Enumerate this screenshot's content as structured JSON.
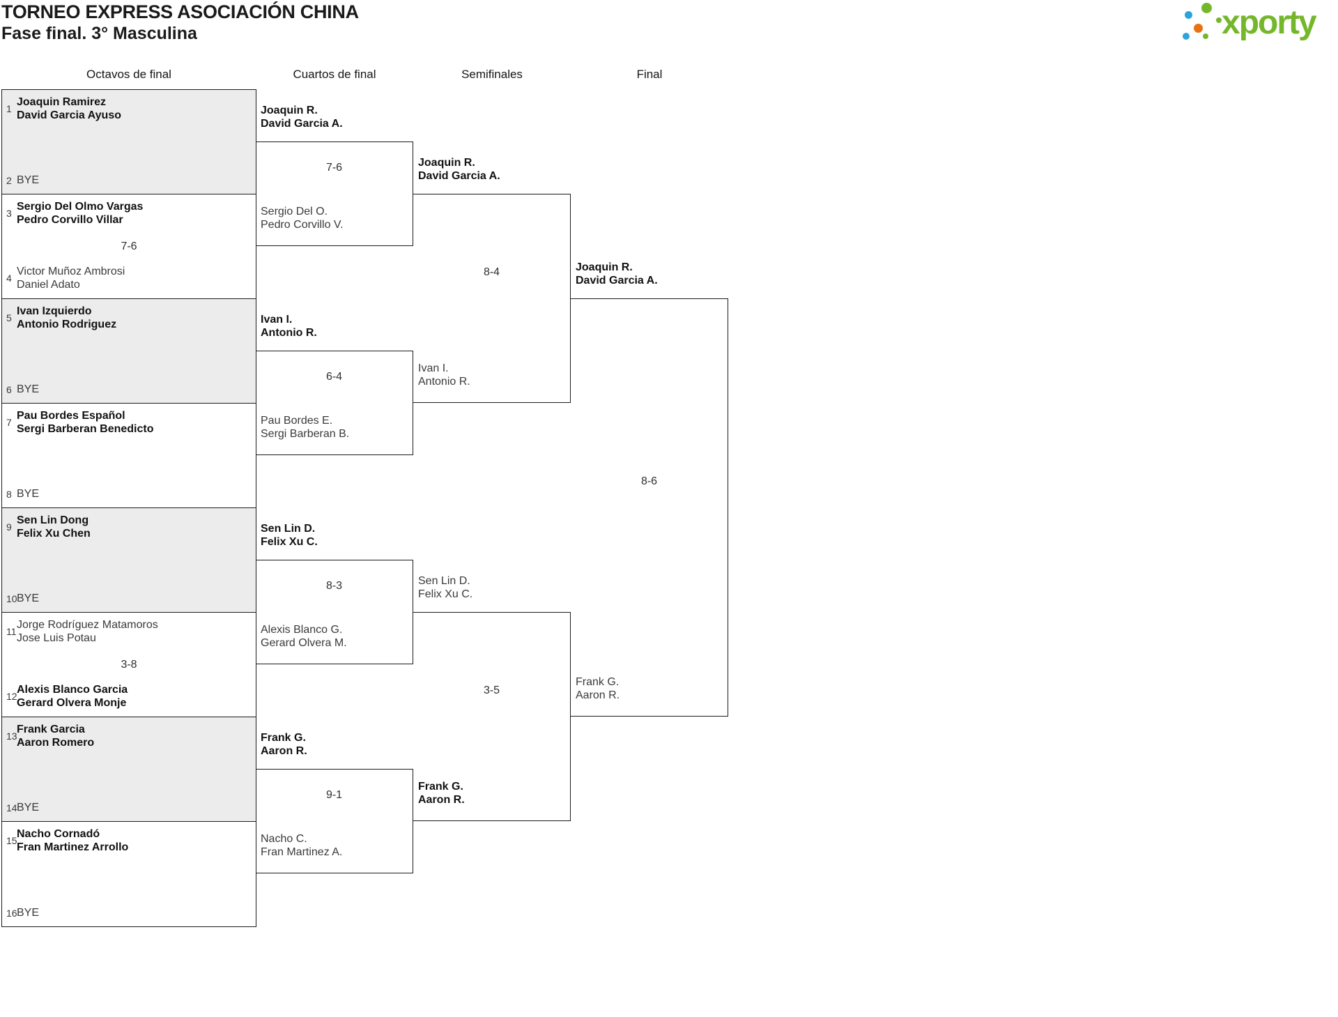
{
  "title": "TORNEO EXPRESS ASOCIACIÓN CHINA",
  "subtitle": "Fase final. 3° Masculina",
  "logo": {
    "text": "xporty",
    "colors": {
      "green": "#75b72b",
      "blue": "#2aa5dc",
      "orange": "#e8720f"
    }
  },
  "rounds": [
    "Octavos de final",
    "Cuartos de final",
    "Semifinales",
    "Final"
  ],
  "r16": [
    {
      "n1": "1",
      "t1": [
        "Joaquin Ramirez",
        "David Garcia Ayuso"
      ],
      "b1": true,
      "score": "",
      "n2": "2",
      "t2": [
        "BYE"
      ],
      "b2": false
    },
    {
      "n1": "3",
      "t1": [
        "Sergio Del Olmo Vargas",
        "Pedro Corvillo Villar"
      ],
      "b1": true,
      "score": "7-6",
      "n2": "4",
      "t2": [
        "Victor Muñoz Ambrosi",
        "Daniel Adato"
      ],
      "b2": false
    },
    {
      "n1": "5",
      "t1": [
        "Ivan Izquierdo",
        "Antonio Rodriguez"
      ],
      "b1": true,
      "score": "",
      "n2": "6",
      "t2": [
        "BYE"
      ],
      "b2": false
    },
    {
      "n1": "7",
      "t1": [
        "Pau Bordes Español",
        "Sergi Barberan Benedicto"
      ],
      "b1": true,
      "score": "",
      "n2": "8",
      "t2": [
        "BYE"
      ],
      "b2": false
    },
    {
      "n1": "9",
      "t1": [
        "Sen Lin Dong",
        "Felix Xu Chen"
      ],
      "b1": true,
      "score": "",
      "n2": "10",
      "t2": [
        "BYE"
      ],
      "b2": false
    },
    {
      "n1": "11",
      "t1": [
        "Jorge Rodríguez Matamoros",
        "Jose Luis Potau"
      ],
      "b1": false,
      "score": "3-8",
      "n2": "12",
      "t2": [
        "Alexis Blanco Garcia",
        "Gerard Olvera Monje"
      ],
      "b2": true
    },
    {
      "n1": "13",
      "t1": [
        "Frank Garcia",
        "Aaron Romero"
      ],
      "b1": true,
      "score": "",
      "n2": "14",
      "t2": [
        "BYE"
      ],
      "b2": false
    },
    {
      "n1": "15",
      "t1": [
        "Nacho Cornadó",
        "Fran Martinez Arrollo"
      ],
      "b1": true,
      "score": "",
      "n2": "16",
      "t2": [
        "BYE"
      ],
      "b2": false
    }
  ],
  "qf": [
    {
      "top": [
        "Joaquin R.",
        "David Garcia A."
      ],
      "topBold": true,
      "score": "7-6",
      "bottom": [
        "Sergio Del O.",
        "Pedro Corvillo V."
      ],
      "bottomBold": false
    },
    {
      "top": [
        "Ivan I.",
        "Antonio R."
      ],
      "topBold": true,
      "score": "6-4",
      "bottom": [
        "Pau Bordes E.",
        "Sergi Barberan B."
      ],
      "bottomBold": false
    },
    {
      "top": [
        "Sen Lin D.",
        "Felix Xu C."
      ],
      "topBold": true,
      "score": "8-3",
      "bottom": [
        "Alexis Blanco G.",
        "Gerard Olvera M."
      ],
      "bottomBold": false
    },
    {
      "top": [
        "Frank G.",
        "Aaron R."
      ],
      "topBold": true,
      "score": "9-1",
      "bottom": [
        "Nacho C.",
        "Fran Martinez A."
      ],
      "bottomBold": false
    }
  ],
  "sf": [
    {
      "top": [
        "Joaquin R.",
        "David Garcia A."
      ],
      "topBold": true,
      "score": "8-4",
      "bottom": [
        "Ivan I.",
        "Antonio R."
      ],
      "bottomBold": false
    },
    {
      "top": [
        "Sen Lin D.",
        "Felix Xu C."
      ],
      "topBold": false,
      "score": "3-5",
      "bottom": [
        "Frank G.",
        "Aaron R."
      ],
      "bottomBold": true
    }
  ],
  "final": {
    "top": [
      "Joaquin R.",
      "David Garcia A."
    ],
    "topBold": true,
    "score": "8-6",
    "bottom": [
      "Frank G.",
      "Aaron R."
    ],
    "bottomBold": false
  }
}
